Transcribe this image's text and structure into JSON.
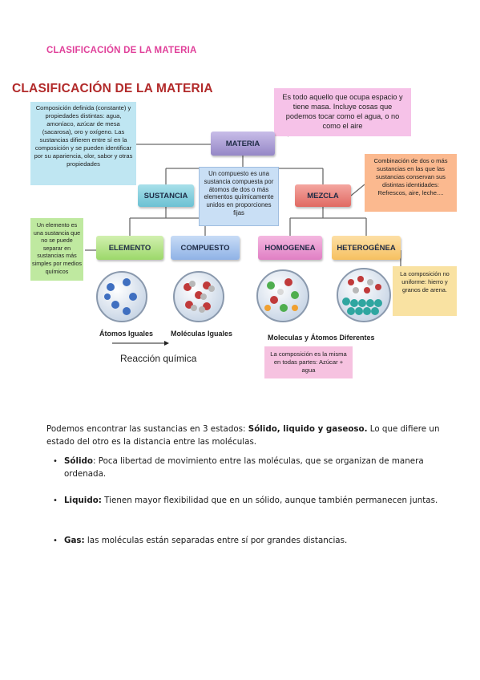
{
  "doc_title": "CLASIFICACIÓN DE LA MATERIA",
  "figure": {
    "title": "CLASIFICACIÓN DE LA MATERIA",
    "notes": {
      "blue": "Composición definida (constante) y propiedades distintas: agua, amoníaco, azúcar de mesa (sacarosa), oro y oxígeno. Las sustancias difieren entre sí en la composición y se pueden identificar por su apariencia, olor, sabor y otras propiedades",
      "pink": "Es todo aquello que ocupa espacio y tiene masa. Incluye cosas que podemos tocar como el agua, o no como el aire",
      "orange": "Combinación de dos o más sustancias en las que las sustancias conservan sus distintas identidades: Refrescos, aire, leche....",
      "center": "Un compuesto es una sustancia compuesta por átomos de dos o más elementos químicamente unidos en proporciones fijas",
      "green": "Un elemento es una sustancia que no se puede separar en sustancias más simples por medios químicos",
      "yellow": "La composición no uniforme: hierro y granos de arena.",
      "bottom": "La composición es la misma en todas partes: Azúcar + agua"
    },
    "boxes": {
      "materia": "MATERIA",
      "sustancia": "SUSTANCIA",
      "mezcla": "MEZCLA",
      "elemento": "ELEMENTO",
      "compuesto": "COMPUESTO",
      "homogenea": "HOMOGENEA",
      "heterogenea": "HETEROGÉNEA"
    },
    "captions": {
      "atomos": "Átomos Iguales",
      "moleculas": "Moléculas Iguales",
      "mixto": "Moleculas y Átomos Diferentes",
      "reaccion": "Reacción química"
    }
  },
  "body": {
    "para_prefix": "Podemos encontrar las sustancias en 3 estados: ",
    "para_bold": "Sólido, liquido y gaseoso.",
    "para_suffix": " Lo que difiere un estado del otro es la distancia entre las moléculas.",
    "bullets": [
      {
        "term": "Sólido",
        "text": ": Poca libertad de movimiento entre las moléculas, que se organizan de manera ordenada."
      },
      {
        "term": "Liquido:",
        "text": " Tienen mayor flexibilidad que en un sólido, aunque también permanecen juntas."
      },
      {
        "term": "Gas:",
        "text": " las moléculas están separadas entre sí por grandes distancias."
      }
    ],
    "bullet_symbol": "•"
  }
}
